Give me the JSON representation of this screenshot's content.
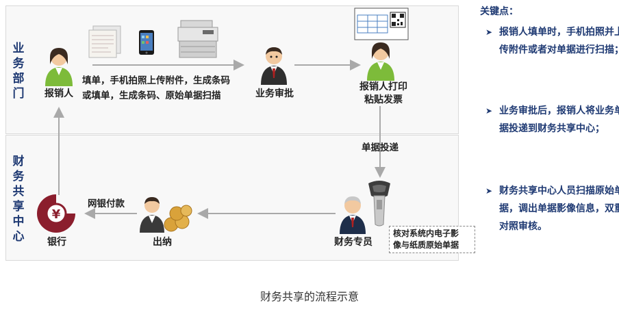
{
  "lanes": {
    "business": "业务部门",
    "shared": "财务共享中心"
  },
  "nodes": {
    "reporter": "报销人",
    "approval": "业务审批",
    "print_line1": "报销人打印",
    "print_line2": "粘贴发票",
    "specialist": "财务专员",
    "cashier": "出纳",
    "bank": "银行"
  },
  "flows": {
    "fill_line1": "填单，手机拍照上传附件，生成条码",
    "fill_line2": "或填单，生成条码、原始单据扫描",
    "deliver": "单据投递",
    "payment": "网银付款"
  },
  "note": {
    "line1": "核对系统内电子影",
    "line2": "像与纸质原始单据"
  },
  "sidebar": {
    "title": "关键点：",
    "points": [
      "报销人填单时，手机拍照并上传附件或者对单据进行扫描；",
      "业务审批后，报销人将业务单据投递到财务共享中心；",
      "财务共享中心人员扫描原始单据，调出单据影像信息，双重对照审核。"
    ]
  },
  "caption": "财务共享的流程示意",
  "colors": {
    "lane_text": "#1f3a73",
    "arrow": "#a9a9a9",
    "bank_red": "#8b1e2d"
  }
}
